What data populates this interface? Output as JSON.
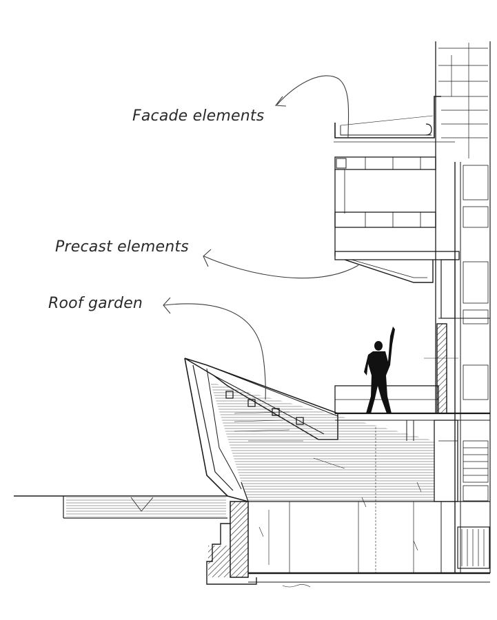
{
  "annotations": {
    "facade": "Facade elements",
    "precast": "Precast elements",
    "roof_garden": "Roof garden"
  },
  "colors": {
    "ink": "#1a1a1a",
    "paper": "#ffffff",
    "annotation_text": "#2a2a2a"
  }
}
